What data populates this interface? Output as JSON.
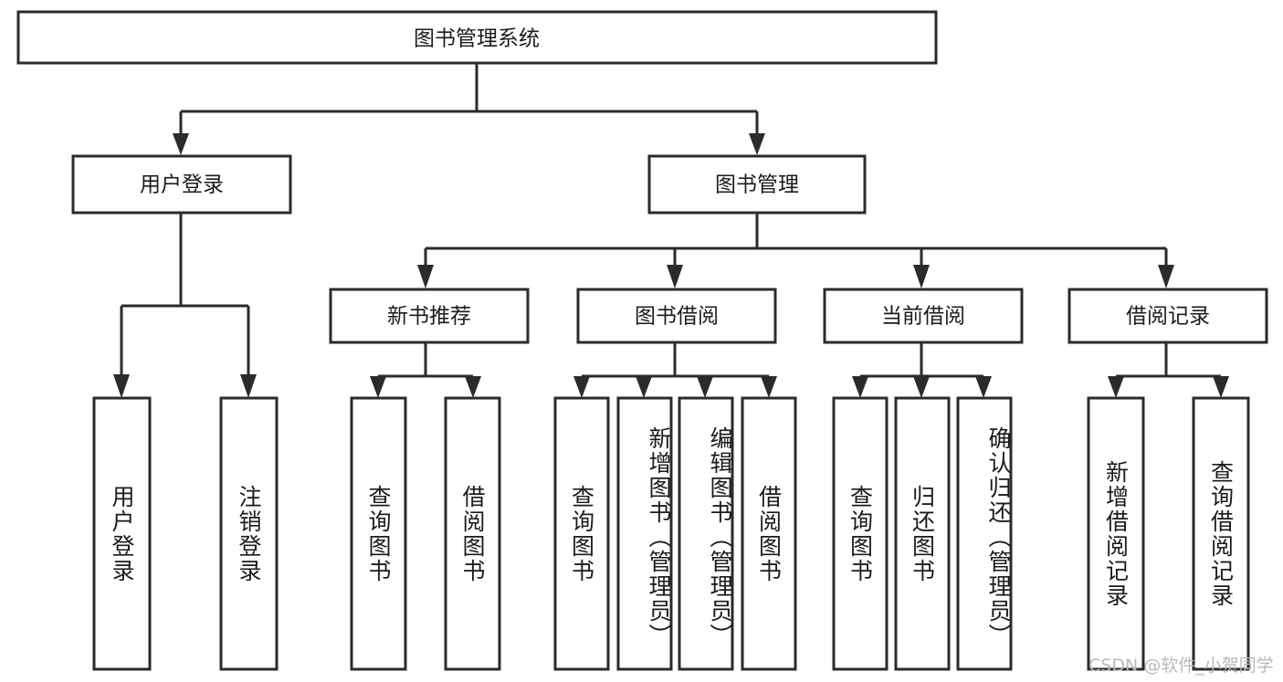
{
  "diagram": {
    "title": "图书管理系统",
    "type": "functional-structure-tree",
    "root": {
      "label": "图书管理系统",
      "id": "root"
    },
    "level2": [
      {
        "id": "user-login",
        "label": "用户登录"
      },
      {
        "id": "book-manage",
        "label": "图书管理"
      }
    ],
    "level3": [
      {
        "id": "new-book-recommend",
        "label": "新书推荐",
        "parent": "book-manage"
      },
      {
        "id": "book-borrow",
        "label": "图书借阅",
        "parent": "book-manage"
      },
      {
        "id": "current-borrow",
        "label": "当前借阅",
        "parent": "book-manage"
      },
      {
        "id": "borrow-record",
        "label": "借阅记录",
        "parent": "book-manage"
      }
    ],
    "leaves": [
      {
        "id": "leaf-user-login",
        "label": "用户登录",
        "parent": "user-login"
      },
      {
        "id": "leaf-user-logout",
        "label": "注销登录",
        "parent": "user-login"
      },
      {
        "id": "leaf-query-book-1",
        "label": "查询图书",
        "parent": "new-book-recommend"
      },
      {
        "id": "leaf-borrow-book-1",
        "label": "借阅图书",
        "parent": "new-book-recommend"
      },
      {
        "id": "leaf-query-book-2",
        "label": "查询图书",
        "parent": "book-borrow"
      },
      {
        "id": "leaf-add-book",
        "label": "新增图书（管理员）",
        "parent": "book-borrow"
      },
      {
        "id": "leaf-edit-book",
        "label": "编辑图书（管理员）",
        "parent": "book-borrow"
      },
      {
        "id": "leaf-borrow-book-2",
        "label": "借阅图书",
        "parent": "book-borrow"
      },
      {
        "id": "leaf-query-book-3",
        "label": "查询图书",
        "parent": "current-borrow"
      },
      {
        "id": "leaf-return-book",
        "label": "归还图书",
        "parent": "current-borrow"
      },
      {
        "id": "leaf-confirm-return",
        "label": "确认归还（管理员）",
        "parent": "current-borrow"
      },
      {
        "id": "leaf-add-record",
        "label": "新增借阅记录",
        "parent": "borrow-record"
      },
      {
        "id": "leaf-query-record",
        "label": "查询借阅记录",
        "parent": "borrow-record"
      }
    ]
  },
  "watermark": {
    "text": "CSDN @软件_小贺同学"
  },
  "colors": {
    "stroke": "#2b2b2b",
    "fill": "#ffffff",
    "text": "#1b1b1b",
    "watermark": "#b9b9b9",
    "background": "#ffffff"
  }
}
